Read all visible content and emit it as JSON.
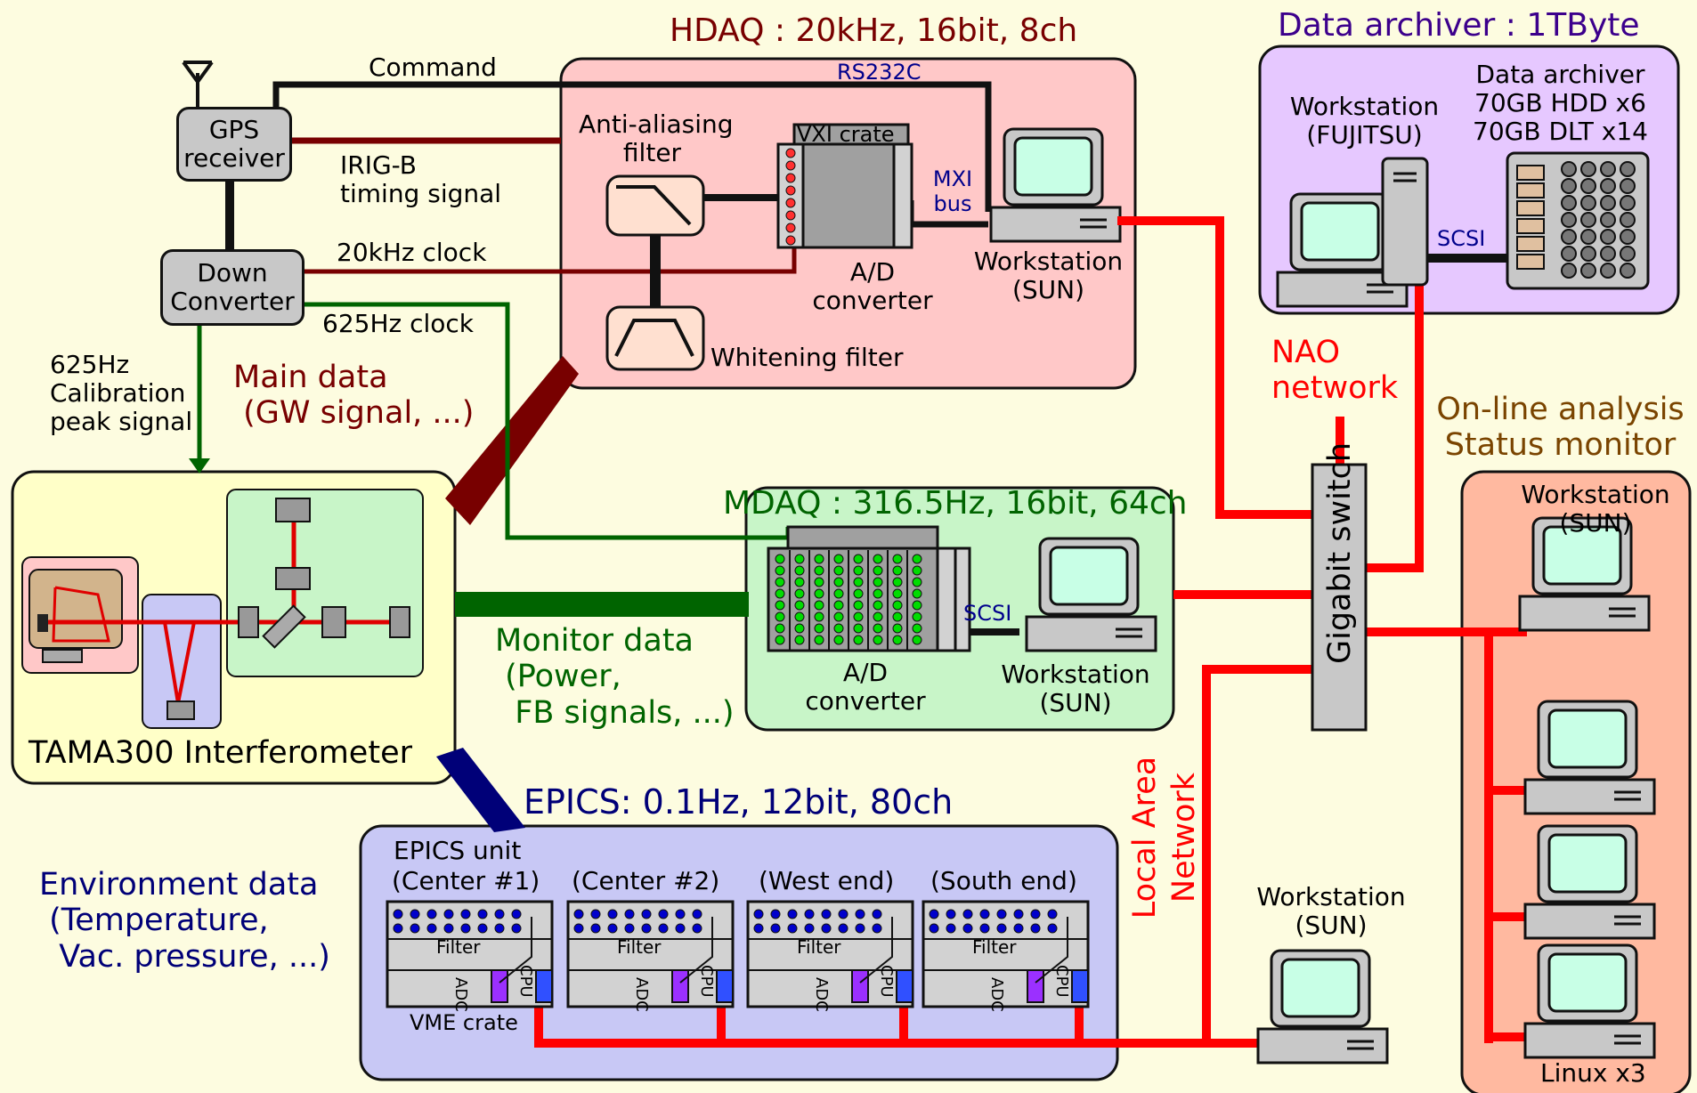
{
  "titles": {
    "hdaq": "HDAQ : 20kHz, 16bit, 8ch",
    "mdaq": "MDAQ : 316.5Hz, 16bit, 64ch",
    "epics": "EPICS: 0.1Hz, 12bit, 80ch",
    "archiver": "Data archiver : 1TByte",
    "online": "On-line analysis\nStatus monitor"
  },
  "gps": {
    "receiver": "GPS\nreceiver",
    "down_converter": "Down\nConverter"
  },
  "signals": {
    "command": "Command",
    "rs232c": "RS232C",
    "irig": "IRIG-B\ntiming signal",
    "clock20k": "20kHz clock",
    "clock625": "625Hz clock",
    "calibration": "625Hz\nCalibration\npeak signal",
    "main_data": "Main data\n (GW signal, ...)",
    "monitor_data": "Monitor data\n (Power,\n  FB signals, ...)",
    "environment": "Environment data\n (Temperature,\n  Vac. pressure, ...)"
  },
  "hdaq": {
    "anti_aliasing": "Anti-aliasing\nfilter",
    "vxi": "VXI crate",
    "mxi": "MXI\nbus",
    "adc": "A/D\nconverter",
    "whitening": "Whitening filter",
    "workstation": "Workstation\n(SUN)"
  },
  "mdaq": {
    "adc": "A/D\nconverter",
    "scsi": "SCSI",
    "workstation": "Workstation\n(SUN)"
  },
  "interferometer": {
    "label": "TAMA300 Interferometer"
  },
  "epics": {
    "unit_label": "EPICS unit",
    "units": [
      "(Center #1)",
      "(Center #2)",
      "(West end)",
      "(South end)"
    ],
    "filter": "Filter",
    "adc": "ADC",
    "cpu": "CPU",
    "vme": "VME crate",
    "workstation": "Workstation\n(SUN)"
  },
  "archiver": {
    "workstation": "Workstation\n(FUJITSU)",
    "storage": "Data archiver\n70GB HDD x6\n70GB DLT x14",
    "scsi": "SCSI"
  },
  "network": {
    "nao": "NAO\nnetwork",
    "switch": "Gigabit switch",
    "lan": "Local Area\nNetwork"
  },
  "online": {
    "workstation": "Workstation\n(SUN)",
    "linux": "Linux x3"
  },
  "colors": {
    "background": "#fdfce0",
    "hdaq_box": "#ffc8c8",
    "mdaq_box": "#c8f5c8",
    "epics_box": "#c8c8f5",
    "archiver_box": "#e6c8ff",
    "online_box": "#ffb9a0",
    "ifo_box": "#ffffc8",
    "network_red": "#ff0000",
    "main_data": "#780000",
    "monitor_green": "#006400",
    "epics_blue": "#000078"
  }
}
